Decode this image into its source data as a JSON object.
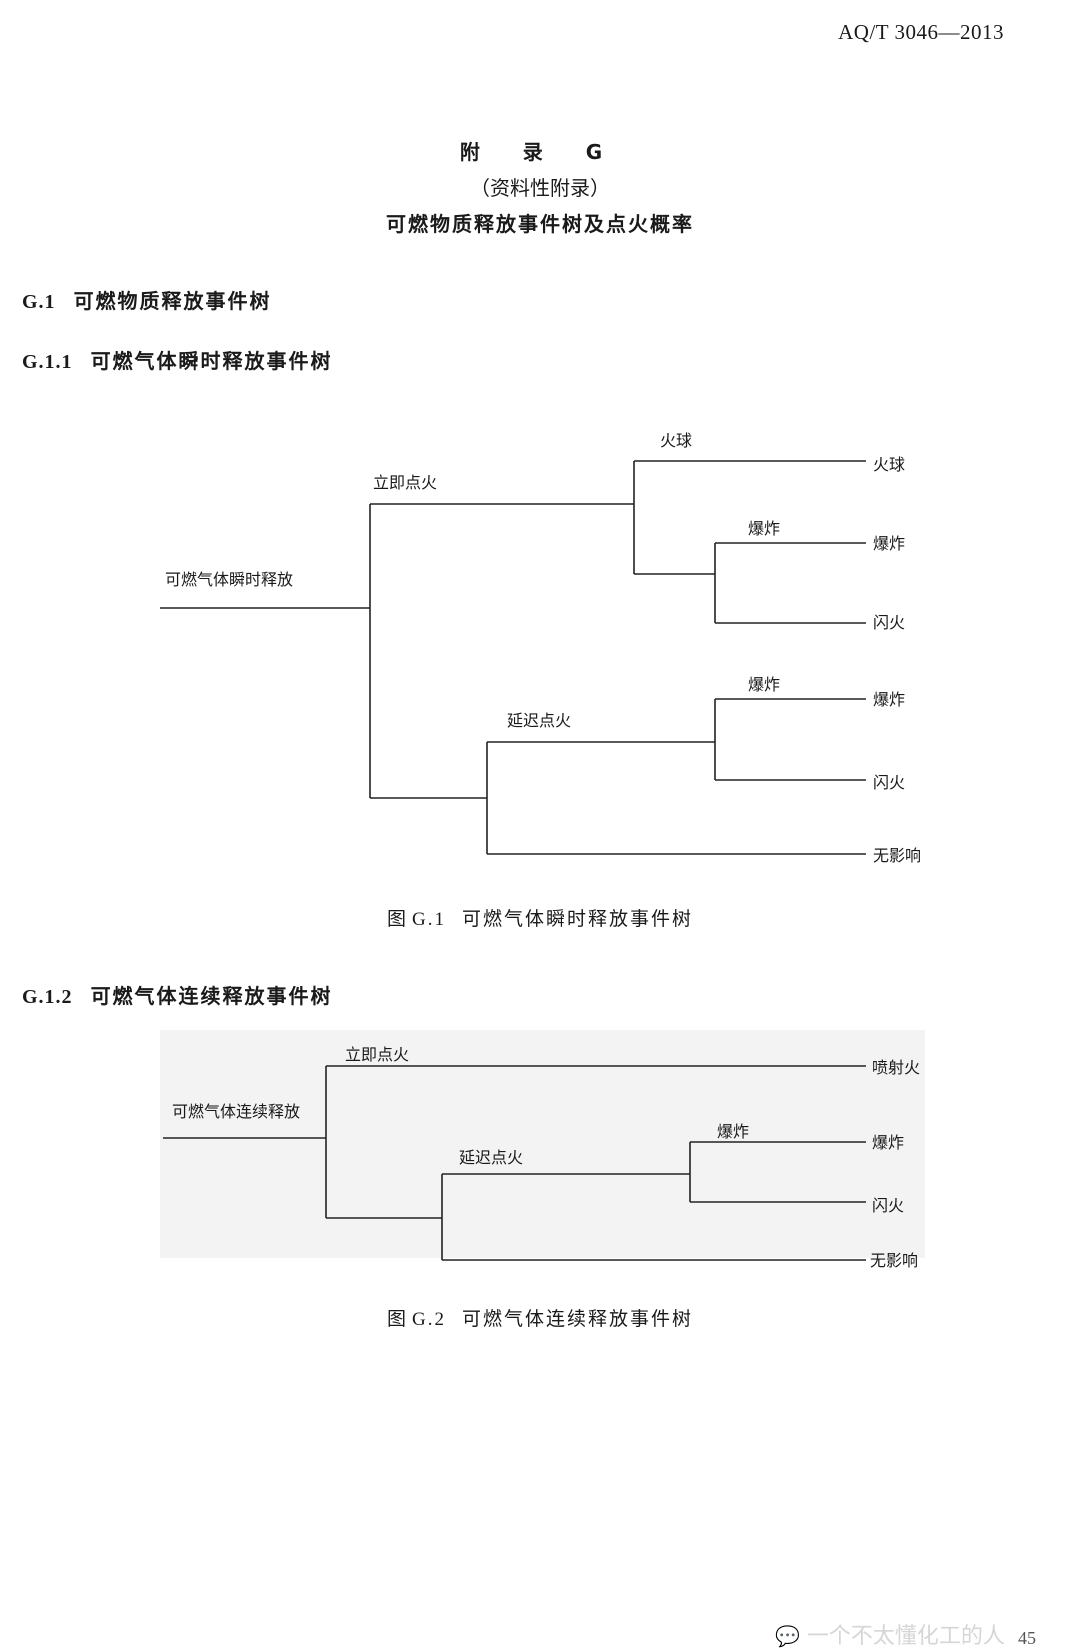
{
  "header": {
    "standard_code": "AQ/T 3046—2013"
  },
  "appendix": {
    "title": "附 录 G",
    "nature": "（资料性附录）",
    "subject": "可燃物质释放事件树及点火概率"
  },
  "sections": {
    "g1": {
      "number": "G.1",
      "title": "可燃物质释放事件树"
    },
    "g11": {
      "number": "G.1.1",
      "title": "可燃气体瞬时释放事件树"
    },
    "g12": {
      "number": "G.1.2",
      "title": "可燃气体连续释放事件树"
    }
  },
  "figure1": {
    "caption_prefix": "图",
    "caption_number": "G.1",
    "caption_title": "可燃气体瞬时释放事件树",
    "labels": {
      "root": "可燃气体瞬时释放",
      "immediate": "立即点火",
      "fireball_branch": "火球",
      "explosion_branch_1": "爆炸",
      "delayed": "延迟点火",
      "explosion_branch_2": "爆炸"
    },
    "outcomes": {
      "o1": "火球",
      "o2": "爆炸",
      "o3": "闪火",
      "o4": "爆炸",
      "o5": "闪火",
      "o6": "无影响"
    }
  },
  "figure2": {
    "caption_prefix": "图",
    "caption_number": "G.2",
    "caption_title": "可燃气体连续释放事件树",
    "labels": {
      "root": "可燃气体连续释放",
      "immediate": "立即点火",
      "delayed": "延迟点火",
      "explosion_branch": "爆炸"
    },
    "outcomes": {
      "o1": "喷射火",
      "o2": "爆炸",
      "o3": "闪火",
      "o4": "无影响"
    }
  },
  "footer": {
    "watermark": "一个不太懂化工的人",
    "page_number": "45"
  }
}
